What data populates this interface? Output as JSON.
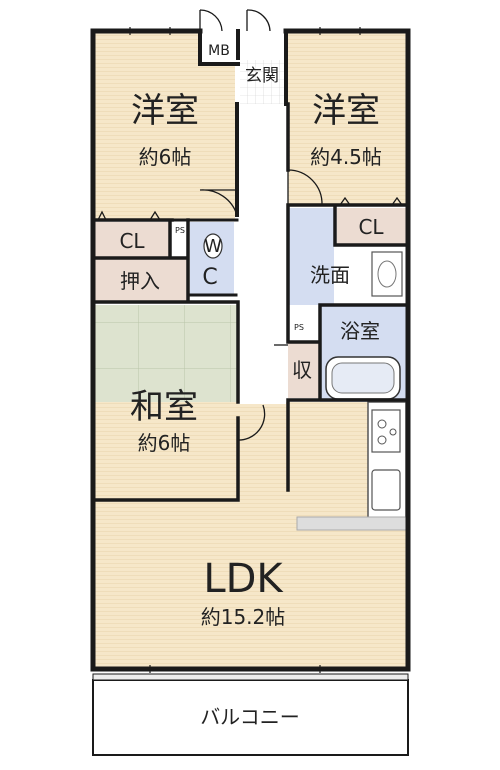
{
  "rooms": {
    "western_left": {
      "name": "洋室",
      "size": "約6帖"
    },
    "western_right": {
      "name": "洋室",
      "size": "約4.5帖"
    },
    "japanese": {
      "name": "和室",
      "size": "約6帖"
    },
    "ldk": {
      "name": "LDK",
      "size": "約15.2帖"
    },
    "entrance": {
      "name": "玄関"
    },
    "meter_box": {
      "name": "MB"
    },
    "closet_left": {
      "name": "CL"
    },
    "closet_right": {
      "name": "CL"
    },
    "oshiire": {
      "name": "押入"
    },
    "wc_w": {
      "name": "W"
    },
    "wc_c": {
      "name": "C"
    },
    "washroom": {
      "name": "洗面"
    },
    "bathroom": {
      "name": "浴室"
    },
    "storage": {
      "name": "収"
    },
    "balcony": {
      "name": "バルコニー"
    },
    "ps_upper": {
      "name": "PS"
    },
    "ps_lower": {
      "name": "PS"
    }
  },
  "colors": {
    "floor_wood": "#f6e7c9",
    "tatami": "#dde3cf",
    "wet_area": "#d4ddf1",
    "closet": "#ecdcd2",
    "corridor": "#ffffff",
    "wall": "#1a1a1a",
    "balcony": "#ffffff"
  }
}
